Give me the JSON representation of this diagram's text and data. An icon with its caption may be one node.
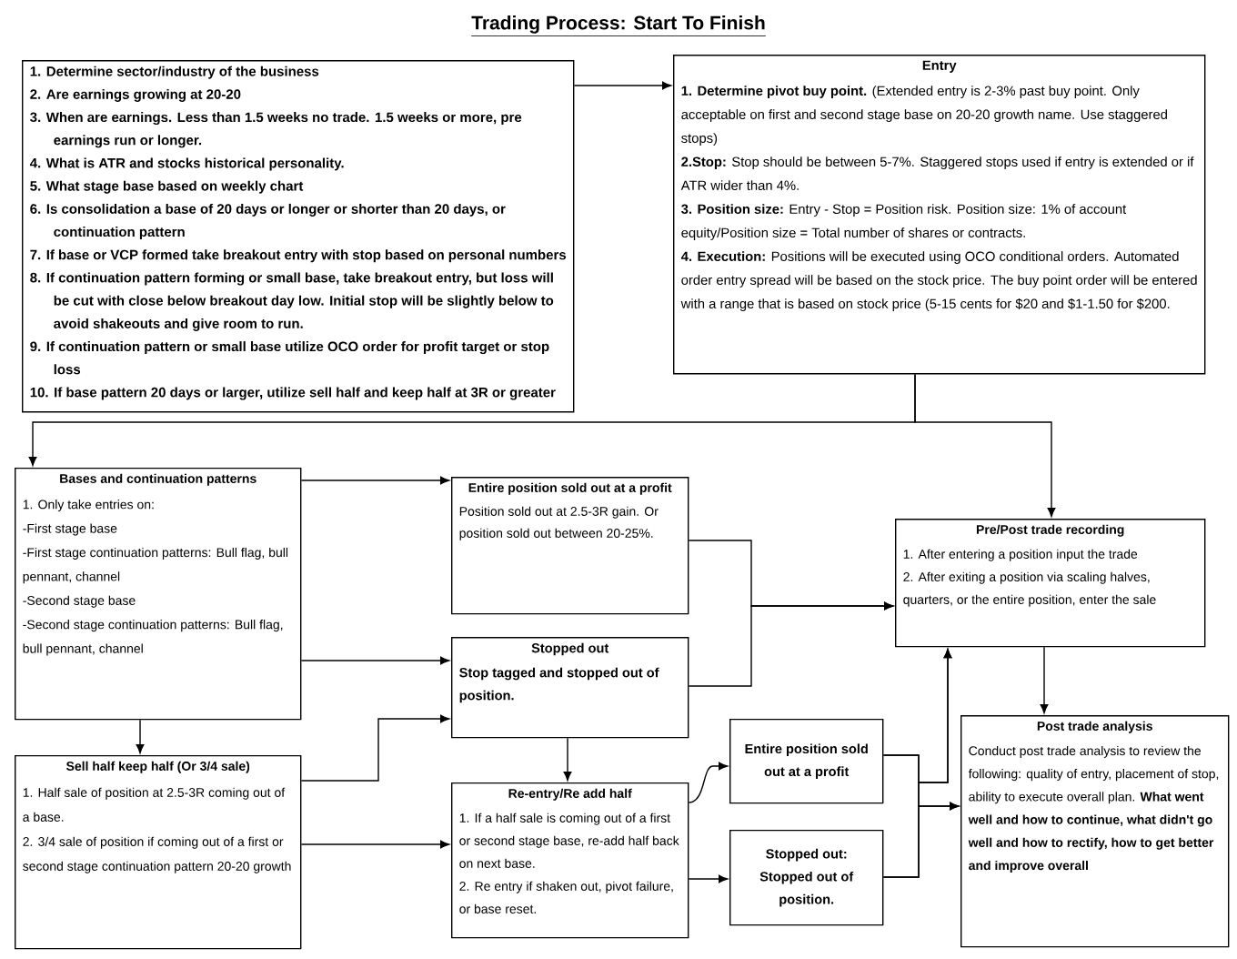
{
  "diagram": {
    "title": "Trading Process: Start To Finish",
    "nodes": [
      {
        "text": [
          "1. Determine sector/industry of the business",
          "2. Are earnings growing at 20-20",
          "3. When are earnings. Less than 1.5 weeks no trade. 1.5 weeks or more, pre earnings run or longer.",
          "4. What is ATR and stocks historical personality.",
          "5. What stage base based on weekly chart",
          "6. Is consolidation a base of 20 days or longer or shorter than 20 days, or continuation pattern",
          "7. If base or VCP formed take breakout entry with stop based on personal numbers",
          "8. If continuation pattern forming or small base, take breakout entry, but loss will be cut with close below breakout day low. Initial stop will be slightly below to avoid shakeouts and give room to run.",
          "9. If continuation pattern or small base utilize OCO order for profit target or stop loss",
          "10. If base pattern 20 days or larger, utilize sell half and keep half at 3R or greater"
        ]
      },
      {
        "text": [
          "Entry",
          "**1. Determine pivot buy point.** (Extended entry is 2-3% past buy point. Only acceptable on first and second stage base on 20-20 growth name. Use staggered stops)",
          "**2.Stop:** Stop should be between 5-7%. Staggered stops used if entry is extended or if ATR wider than 4%.",
          "**3. Position size:** Entry - Stop = Position risk. Position size: 1% of account equity/Position size = Total number of shares or contracts.",
          "**4. Execution:** Positions will be executed using OCO conditional orders. Automated order entry spread will be based on the stock price. The buy point order will be entered with a range that is based on stock price (5-15 cents for $20 and $1-1.50 for $200."
        ]
      },
      {
        "text": [
          "Bases and continuation patterns",
          "1. Only take entries on:",
          "-First stage base",
          "-First stage continuation patterns: Bull flag, bull pennant, channel",
          "-Second stage base",
          "-Second stage continuation patterns: Bull flag, bull pennant, channel"
        ]
      },
      {
        "text": [
          "Sell half keep half (Or 3/4 sale)",
          "1. Half sale of position at 2.5-3R coming out of a base.",
          "2. 3/4 sale of position if coming out of a first or second stage continuation pattern 20-20 growth"
        ]
      },
      {
        "text": [
          "Entire position sold out at a profit",
          "Position sold out at 2.5-3R gain. Or position sold out between 20-25%."
        ]
      },
      {
        "text": [
          "Stopped out",
          "Stop tagged and stopped out of position."
        ]
      },
      {
        "text": [
          "Re-entry/Re add half",
          "1. If a half sale is coming out of a first or second stage base, re-add half back on next base.",
          "2. Re entry if shaken out, pivot failure, or base reset."
        ]
      },
      {
        "text": [
          "Entire position sold out at a profit"
        ]
      },
      {
        "text": [
          "Stopped out:",
          "Stopped out of position."
        ]
      },
      {
        "text": [
          "Pre/Post trade recording",
          "1. After entering a position input the trade",
          "2. After exiting a position via scaling halves, quarters, or the entire position, enter the sale"
        ]
      },
      {
        "text": [
          "Post trade analysis",
          "Conduct post trade analysis to review the following: quality of entry, placement of stop, ability to execute overall plan. **What went well and how to continue, what didn't go well and how to rectify, how to get better and improve overall**"
        ]
      }
    ],
    "edges": [
      {
        "from": 0,
        "to": 1,
        "arrow": "to"
      },
      {
        "from": 1,
        "to": 2,
        "arrow": "to"
      },
      {
        "from": 1,
        "to": 9,
        "arrow": "to"
      },
      {
        "from": 2,
        "to": 4,
        "arrow": "to"
      },
      {
        "from": 2,
        "to": 5,
        "arrow": "to"
      },
      {
        "from": 2,
        "to": 3,
        "arrow": "to"
      },
      {
        "from": 3,
        "to": 5,
        "arrow": "to"
      },
      {
        "from": 3,
        "to": 6,
        "arrow": "to"
      },
      {
        "from": 4,
        "to": 9,
        "arrow": "to"
      },
      {
        "from": 5,
        "to": 9,
        "arrow": "to"
      },
      {
        "from": 5,
        "to": 6,
        "arrow": "to"
      },
      {
        "from": 6,
        "to": 7,
        "arrow": "to"
      },
      {
        "from": 6,
        "to": 8,
        "arrow": "to"
      },
      {
        "from": 7,
        "to": 9,
        "arrow": "to"
      },
      {
        "from": 8,
        "to": 9,
        "arrow": "to"
      },
      {
        "from": 7,
        "to": 10,
        "arrow": "to"
      },
      {
        "from": 8,
        "to": 10,
        "arrow": "to"
      },
      {
        "from": 9,
        "to": 10,
        "arrow": "to"
      }
    ]
  }
}
